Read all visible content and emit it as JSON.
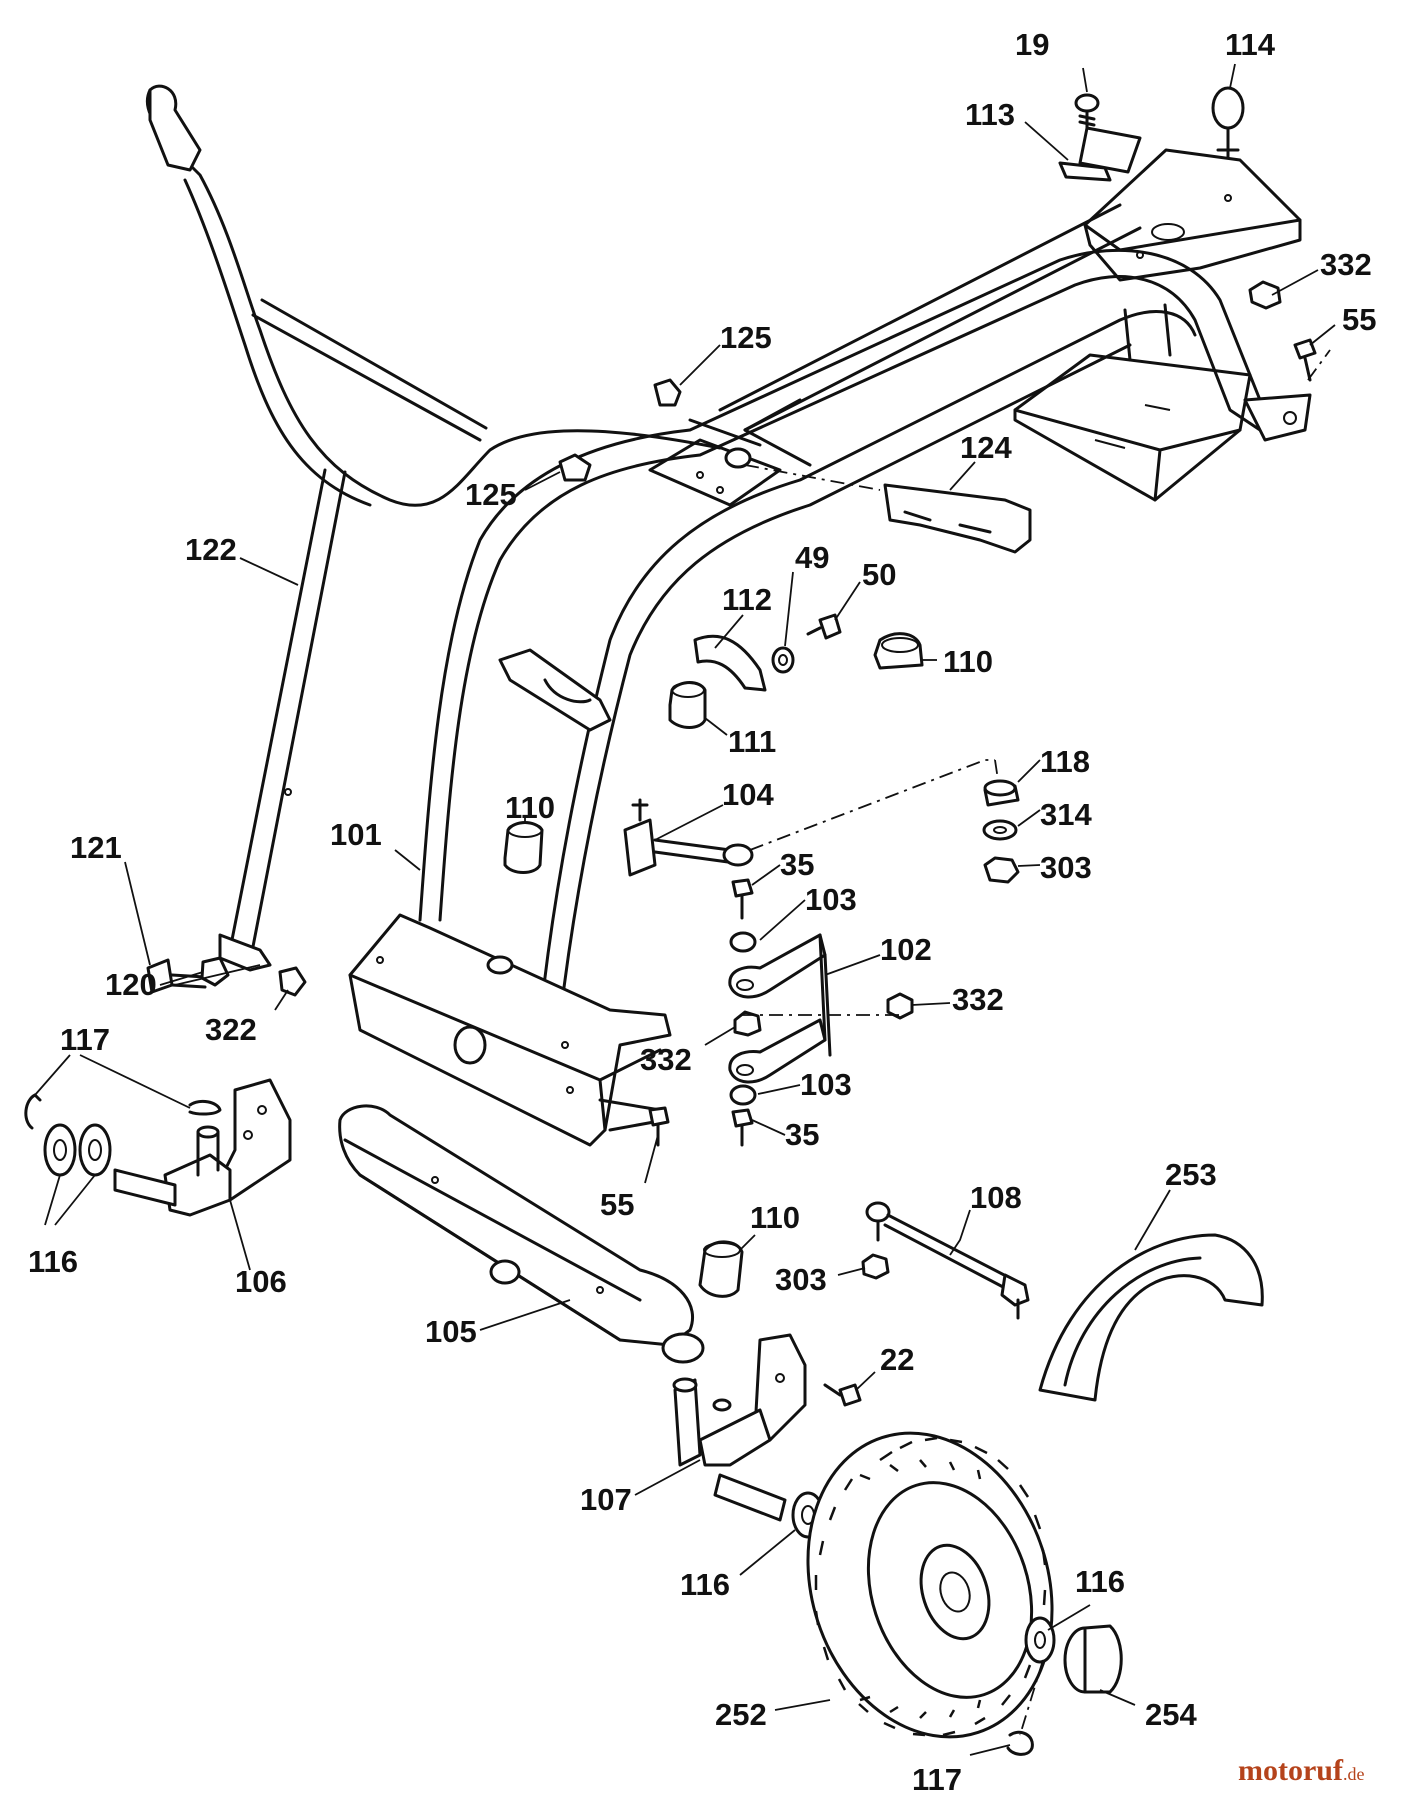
{
  "watermark": {
    "brand": "motoruf",
    "tld": ".de"
  },
  "callouts": [
    {
      "id": "c19",
      "label": "19"
    },
    {
      "id": "c114",
      "label": "114"
    },
    {
      "id": "c113",
      "label": "113"
    },
    {
      "id": "c332a",
      "label": "332"
    },
    {
      "id": "c55a",
      "label": "55"
    },
    {
      "id": "c125a",
      "label": "125"
    },
    {
      "id": "c125b",
      "label": "125"
    },
    {
      "id": "c124",
      "label": "124"
    },
    {
      "id": "c122",
      "label": "122"
    },
    {
      "id": "c49",
      "label": "49"
    },
    {
      "id": "c50",
      "label": "50"
    },
    {
      "id": "c112",
      "label": "112"
    },
    {
      "id": "c110a",
      "label": "110"
    },
    {
      "id": "c111",
      "label": "111"
    },
    {
      "id": "c118",
      "label": "118"
    },
    {
      "id": "c104",
      "label": "104"
    },
    {
      "id": "c314",
      "label": "314"
    },
    {
      "id": "c101",
      "label": "101"
    },
    {
      "id": "c110b",
      "label": "110"
    },
    {
      "id": "c121",
      "label": "121"
    },
    {
      "id": "c35a",
      "label": "35"
    },
    {
      "id": "c303a",
      "label": "303"
    },
    {
      "id": "c103a",
      "label": "103"
    },
    {
      "id": "c102",
      "label": "102"
    },
    {
      "id": "c120",
      "label": "120"
    },
    {
      "id": "c322",
      "label": "322"
    },
    {
      "id": "c332b",
      "label": "332"
    },
    {
      "id": "c117a",
      "label": "117"
    },
    {
      "id": "c332c",
      "label": "332"
    },
    {
      "id": "c103b",
      "label": "103"
    },
    {
      "id": "c35b",
      "label": "35"
    },
    {
      "id": "c253",
      "label": "253"
    },
    {
      "id": "c55b",
      "label": "55"
    },
    {
      "id": "c108",
      "label": "108"
    },
    {
      "id": "c110c",
      "label": "110"
    },
    {
      "id": "c116a",
      "label": "116"
    },
    {
      "id": "c106",
      "label": "106"
    },
    {
      "id": "c303b",
      "label": "303"
    },
    {
      "id": "c105",
      "label": "105"
    },
    {
      "id": "c22",
      "label": "22"
    },
    {
      "id": "c107",
      "label": "107"
    },
    {
      "id": "c116b",
      "label": "116"
    },
    {
      "id": "c116c",
      "label": "116"
    },
    {
      "id": "c252",
      "label": "252"
    },
    {
      "id": "c254",
      "label": "254"
    },
    {
      "id": "c117b",
      "label": "117"
    }
  ]
}
